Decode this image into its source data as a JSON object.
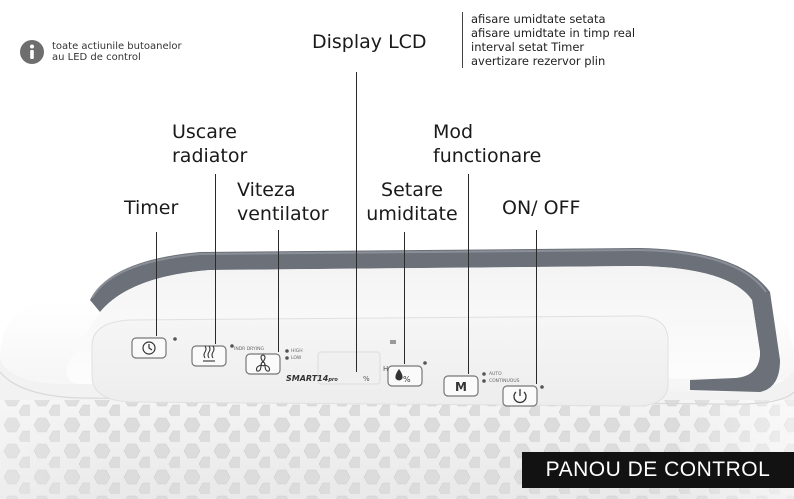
{
  "info_note": {
    "icon": "info-icon",
    "lines": [
      "toate actiunile butoanelor",
      "au LED de control"
    ]
  },
  "labels": {
    "display_lcd": "Display LCD",
    "uscare_radiator": [
      "Uscare",
      "radiator"
    ],
    "timer": "Timer",
    "viteza_ventilator": [
      "Viteza",
      "ventilator"
    ],
    "setare_umiditate": [
      "Setare",
      "umiditate"
    ],
    "mod_functionare": [
      "Mod",
      "functionare"
    ],
    "on_off": "ON/ OFF"
  },
  "lcd_features": [
    "afisare umidtate setata",
    "afisare umidtate in timp real",
    "interval setat Timer",
    "avertizare rezervor plin"
  ],
  "panel": {
    "brand": "SMART14",
    "brand_suffix": "pro",
    "dry_label": "INDR DRYING",
    "fan_labels": [
      "HIGH",
      "LOW"
    ],
    "mode_labels": [
      "AUTO",
      "CONTINUOUS"
    ],
    "unit_h": "H",
    "unit_pct": "%",
    "buttons": {
      "timer": "timer-icon",
      "dry": "heater-icon",
      "fan": "fan-icon",
      "humidity": "humidity-icon",
      "mode": "M",
      "power": "power-icon"
    }
  },
  "badge": "PANOU DE CONTROL",
  "colors": {
    "handle": "#6b7079",
    "body": "#f3f3f3",
    "badge_bg": "#121212",
    "badge_text": "#ffffff"
  }
}
